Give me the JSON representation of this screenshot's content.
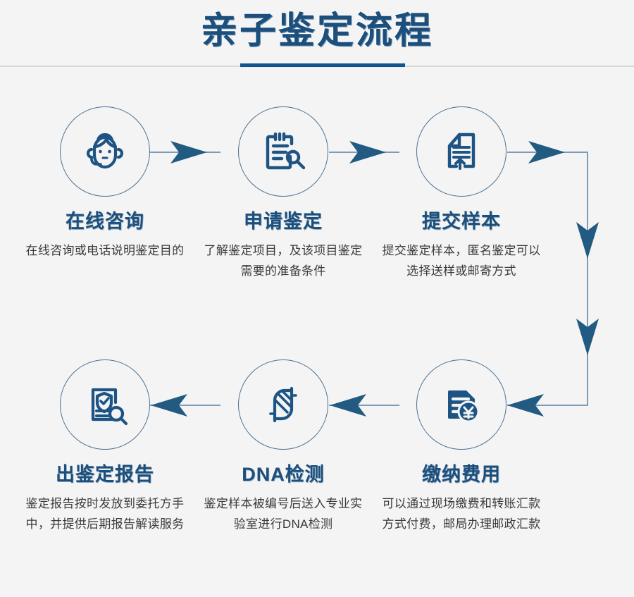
{
  "header": {
    "title": "亲子鉴定流程",
    "accent_color": "#12548d",
    "rule_color": "#d7d7d7"
  },
  "theme": {
    "background": "#f4f4f4",
    "icon_color": "#1d5484",
    "circle_border": "#4a7194",
    "title_color": "#1d4f7c",
    "desc_color": "#3a3a3a",
    "arrow_color": "#225a82",
    "line_color": "#7d9cb8"
  },
  "flow": {
    "steps": [
      {
        "index": 1,
        "icon": "headset-agent-icon",
        "title": "在线咨询",
        "desc": "在线咨询或电话说明鉴定目的"
      },
      {
        "index": 2,
        "icon": "clipboard-search-icon",
        "title": "申请鉴定",
        "desc": "了解鉴定项目，及该项目鉴定需要的准备条件"
      },
      {
        "index": 3,
        "icon": "document-upload-icon",
        "title": "提交样本",
        "desc": "提交鉴定样本，匿名鉴定可以选择送样或邮寄方式"
      },
      {
        "index": 4,
        "icon": "invoice-yuan-icon",
        "title": "缴纳费用",
        "desc": "可以通过现场缴费和转账汇款方式付费，邮局办理邮政汇款"
      },
      {
        "index": 5,
        "icon": "dna-helix-icon",
        "title": "DNA检测",
        "desc": "鉴定样本被编号后送入专业实验室进行DNA检测"
      },
      {
        "index": 6,
        "icon": "report-verified-search-icon",
        "title": "出鉴定报告",
        "desc": "鉴定报告按时发放到委托方手中，并提供后期报告解读服务"
      }
    ],
    "connectors": [
      {
        "name": "arrow-step1-to-step2",
        "direction": "right"
      },
      {
        "name": "arrow-step2-to-step3",
        "direction": "right"
      },
      {
        "name": "arrow-step3-to-wrap",
        "direction": "right"
      },
      {
        "name": "arrow-wrap-down-upper",
        "direction": "down"
      },
      {
        "name": "arrow-wrap-down-lower",
        "direction": "down"
      },
      {
        "name": "arrow-wrap-to-step4",
        "direction": "left"
      },
      {
        "name": "arrow-step4-to-step5",
        "direction": "left"
      },
      {
        "name": "arrow-step5-to-step6",
        "direction": "left"
      }
    ]
  }
}
